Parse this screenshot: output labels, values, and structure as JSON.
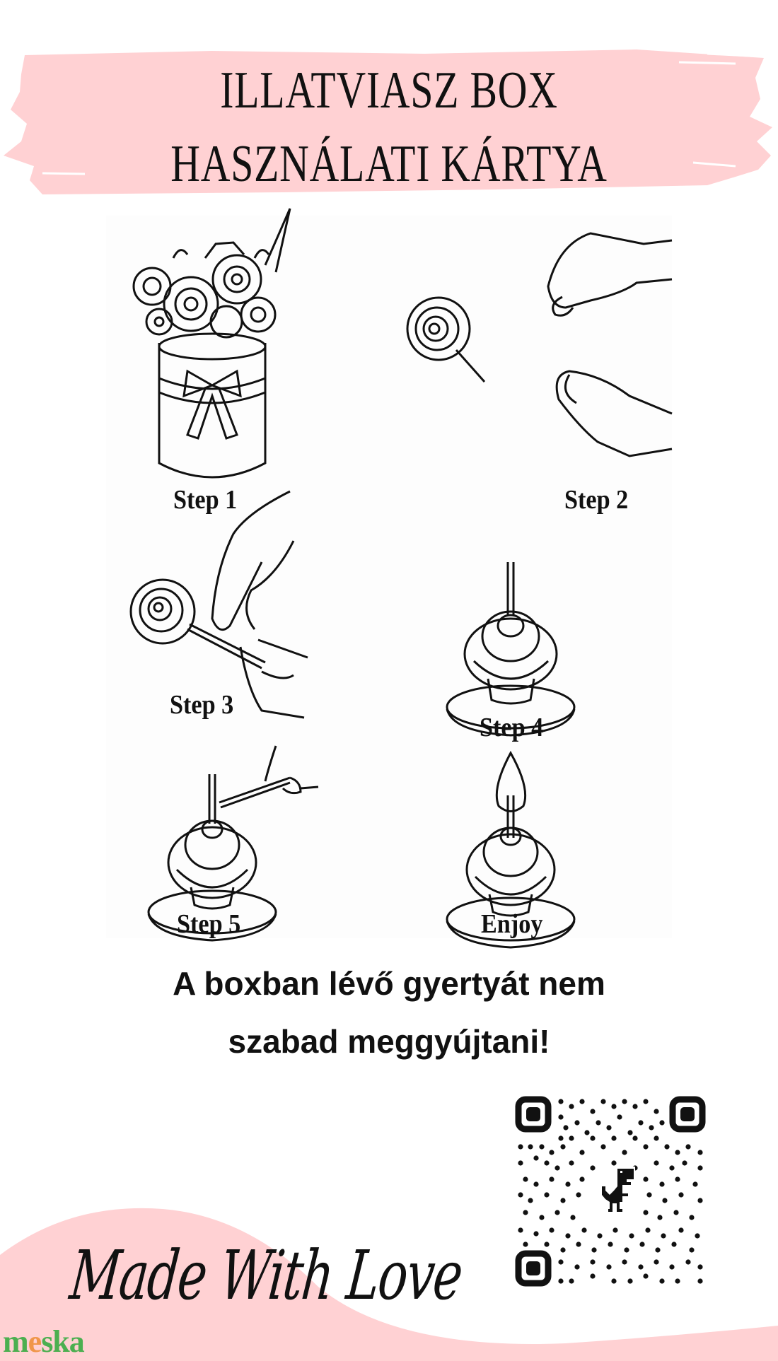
{
  "header": {
    "title_line1": "ILLATVIASZ BOX",
    "title_line2": "HASZNÁLATI KÁRTYA",
    "brush_color": "#FFD1D3"
  },
  "steps": [
    {
      "label": "Step 1",
      "illustration": "flower-box-icon"
    },
    {
      "label": "Step 2",
      "illustration": "hands-removing-rose-icon"
    },
    {
      "label": "Step 3",
      "illustration": "hands-holding-rose-stick-icon"
    },
    {
      "label": "Step 4",
      "illustration": "rose-candle-on-plate-icon"
    },
    {
      "label": "Step 5",
      "illustration": "lighting-rose-candle-icon"
    },
    {
      "label": "Enjoy",
      "illustration": "lit-rose-candle-icon"
    }
  ],
  "warning": {
    "line1": "A boxban lévő gyertyát nem",
    "line2": "szabad meggyújtani!"
  },
  "footer": {
    "signature": "Made With Love",
    "logo": {
      "part1": "m",
      "accent": "e",
      "part2": "ska",
      "green": "#4CAF50",
      "orange": "#F0964A"
    },
    "qr_center_icon": "dinosaur-icon",
    "wave_color": "#FFD1D3"
  }
}
